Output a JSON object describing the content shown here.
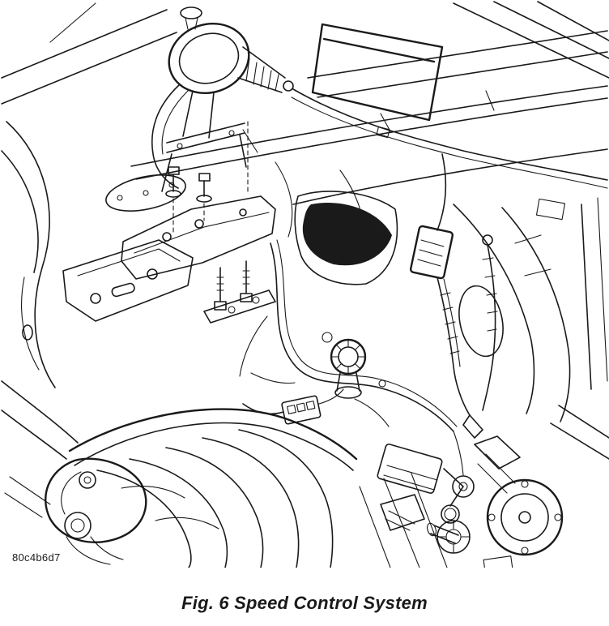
{
  "figure": {
    "code": "80c4b6d7",
    "caption": "Fig. 6 Speed Control System",
    "description": "Black-and-white service-manual line illustration of an engine compartment showing the speed control servo with ribbed actuator boot at upper left, its mounting bracket with bolts and studs, control cables routed along the cowl and down to the throttle body and linkage at lower right, with the intake manifold and valve cover at lower left."
  },
  "colors": {
    "ink": "#1a1a1a",
    "background": "#ffffff"
  }
}
